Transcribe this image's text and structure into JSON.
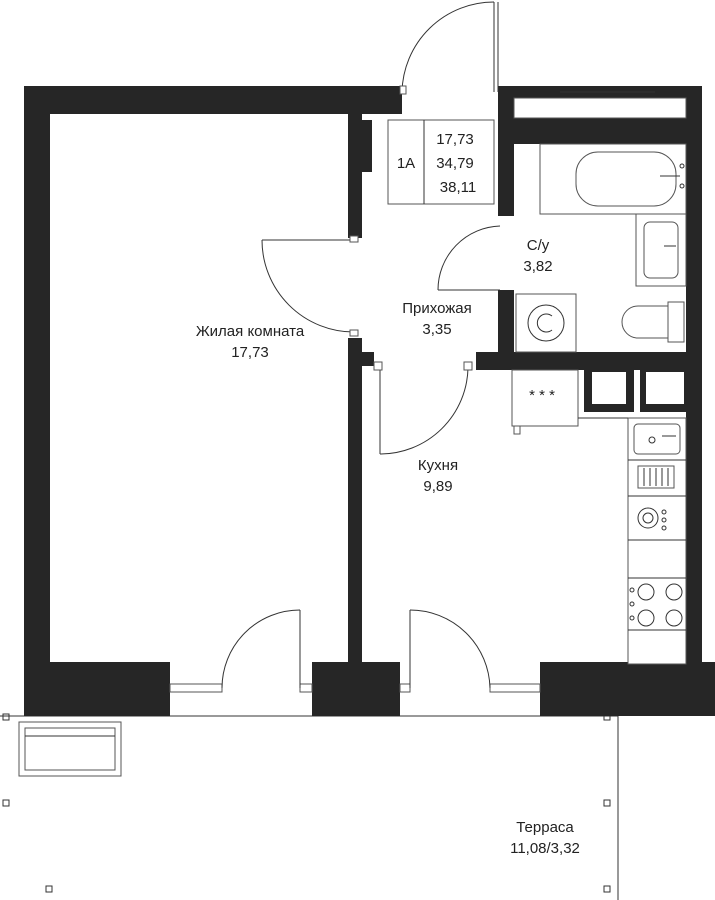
{
  "unit": {
    "type": "1А",
    "areas": [
      "17,73",
      "34,79",
      "38,11"
    ]
  },
  "rooms": [
    {
      "id": "living",
      "name": "Жилая комната",
      "area": "17,73"
    },
    {
      "id": "hallway",
      "name": "Прихожая",
      "area": "3,35"
    },
    {
      "id": "bathroom",
      "name": "С/у",
      "area": "3,82"
    },
    {
      "id": "kitchen",
      "name": "Кухня",
      "area": "9,89"
    },
    {
      "id": "terrace",
      "name": "Терраса",
      "area": "11,08/3,32"
    }
  ],
  "stove": {
    "marks": "* * *"
  },
  "colors": {
    "wall": "#262626",
    "line": "#333333",
    "background": "#ffffff"
  }
}
